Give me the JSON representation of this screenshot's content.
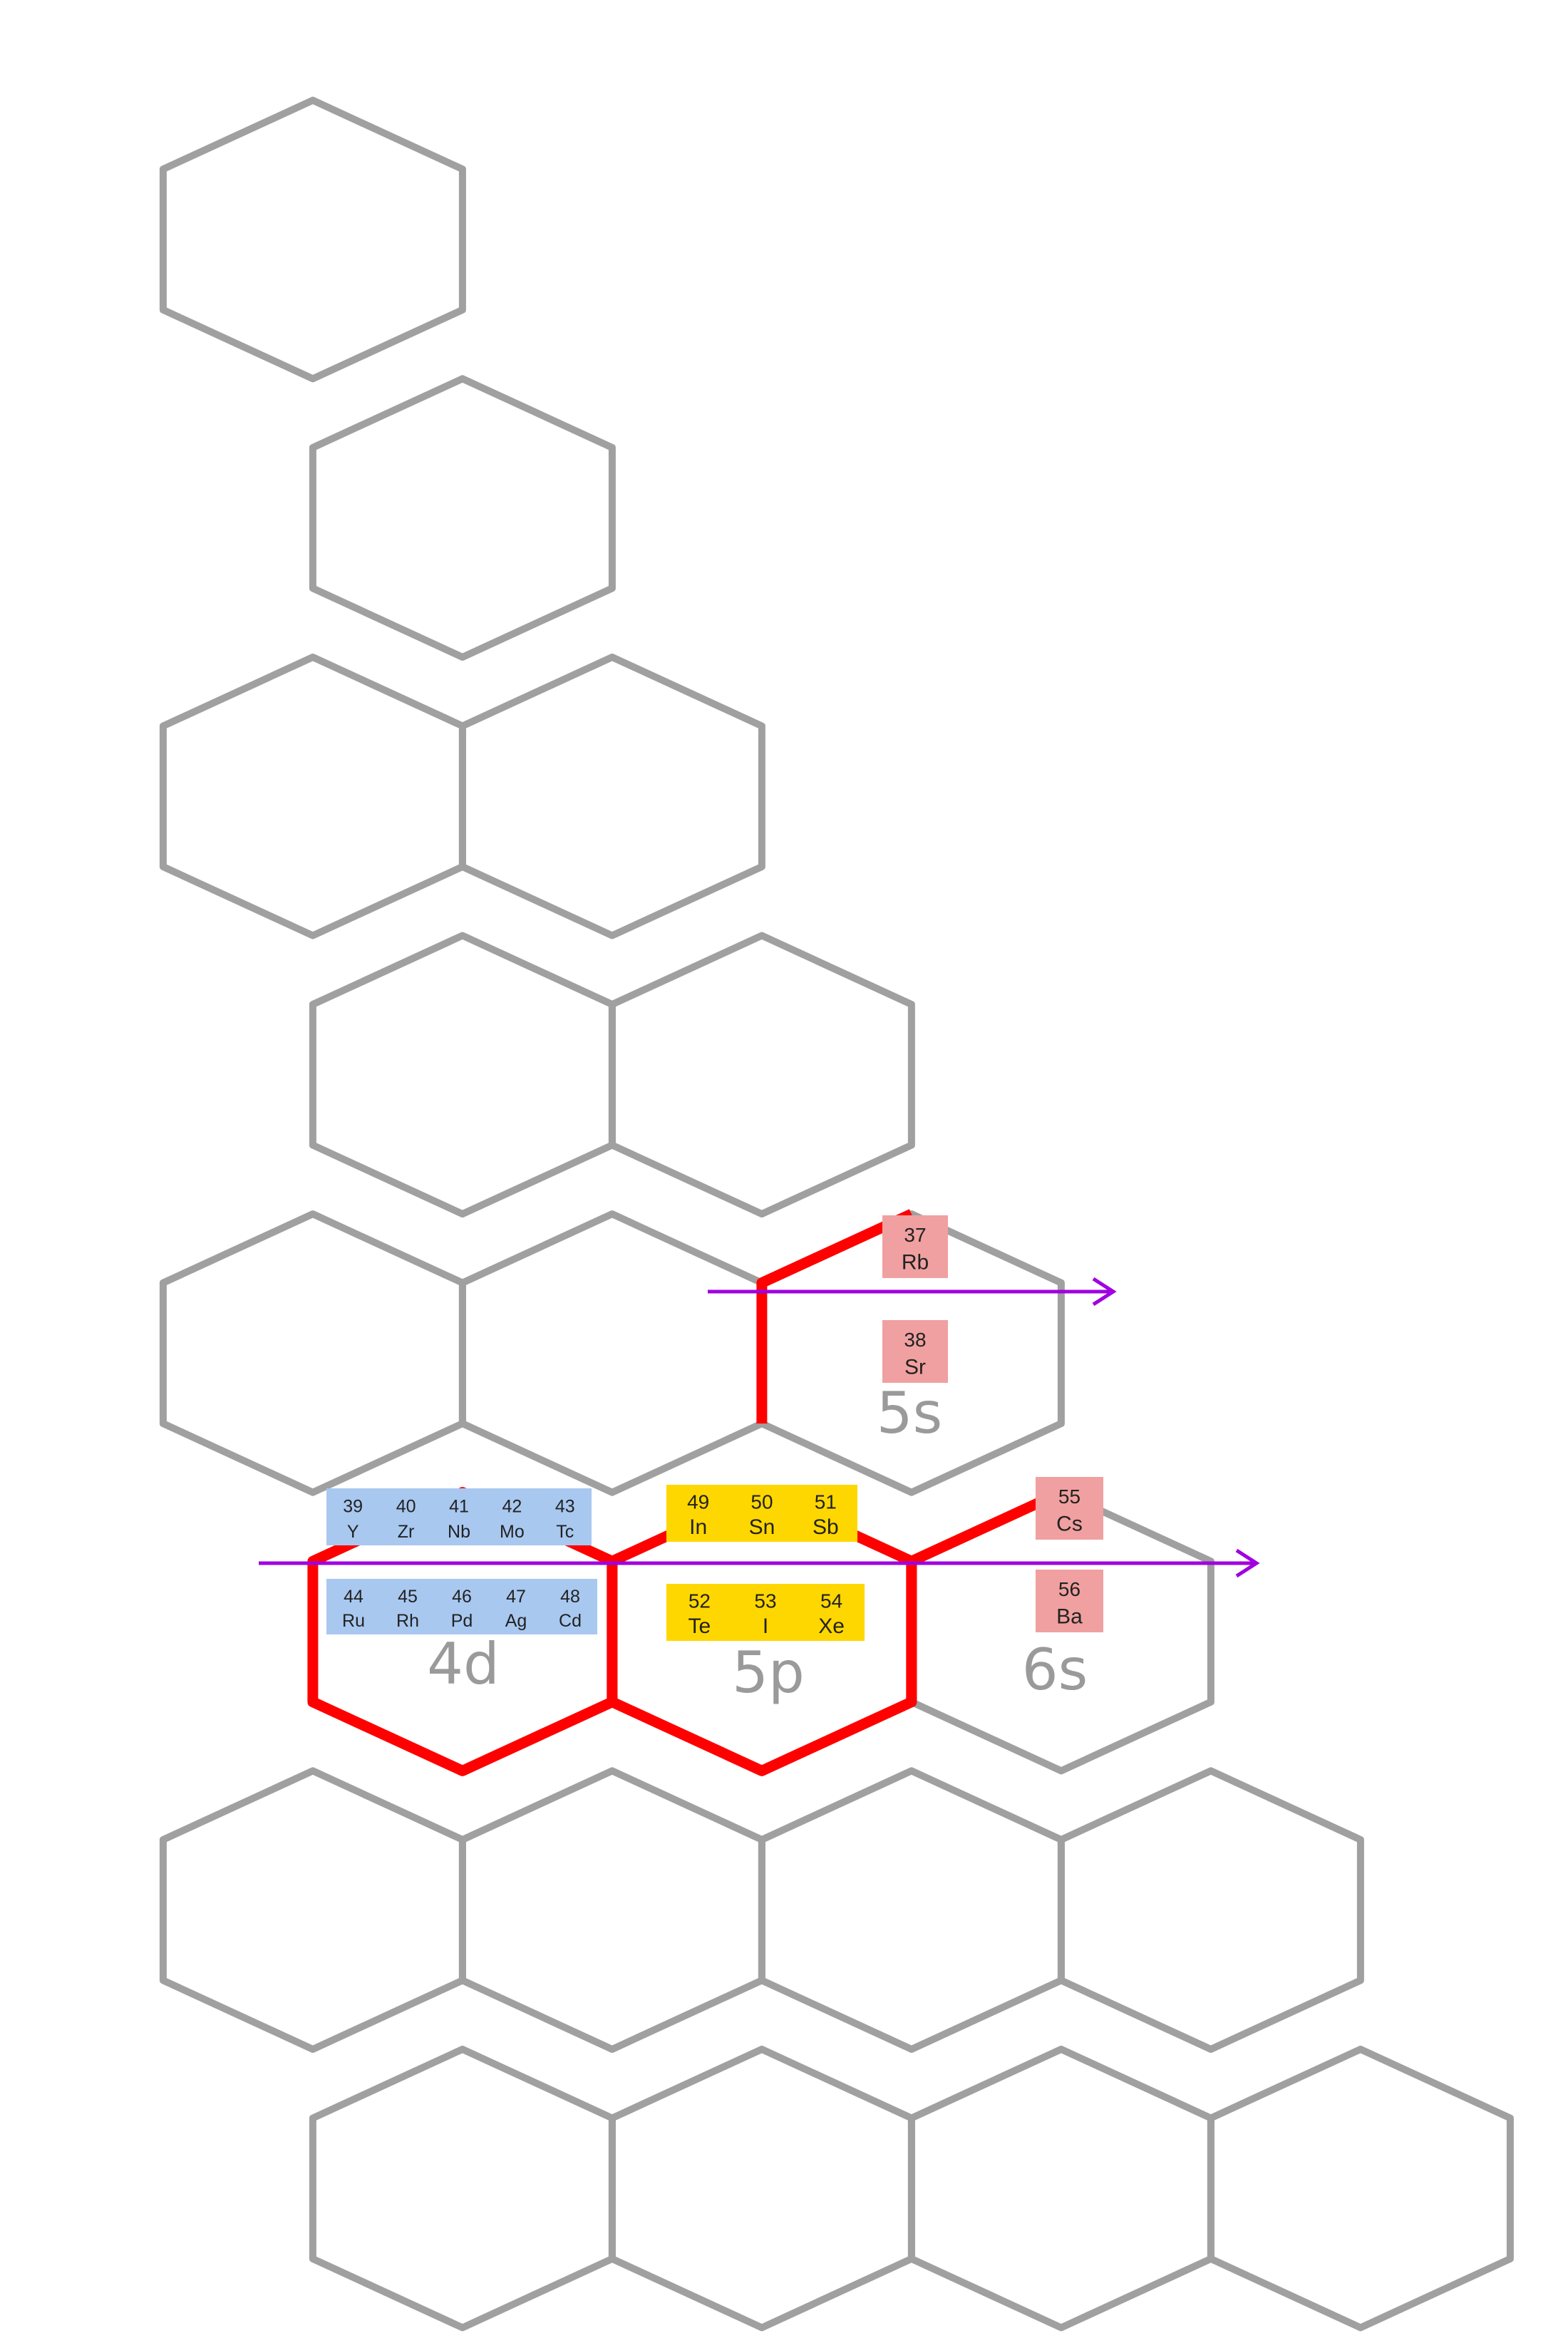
{
  "colors": {
    "grid": "#a0a0a0",
    "highlight": "#ff0000",
    "arrow": "#a000e0",
    "s_block": "#f0a0a0",
    "d_block": "#a8c8f0",
    "p_block": "#ffd700",
    "label": "#9a9a9a"
  },
  "shells": [
    {
      "key": "5s",
      "label": "5s"
    },
    {
      "key": "4d",
      "label": "4d"
    },
    {
      "key": "5p",
      "label": "5p"
    },
    {
      "key": "6s",
      "label": "6s"
    }
  ],
  "element_groups": {
    "rb": [
      {
        "number": "37",
        "symbol": "Rb"
      }
    ],
    "sr": [
      {
        "number": "38",
        "symbol": "Sr"
      }
    ],
    "cs": [
      {
        "number": "55",
        "symbol": "Cs"
      }
    ],
    "ba": [
      {
        "number": "56",
        "symbol": "Ba"
      }
    ],
    "d_row1": [
      {
        "number": "39",
        "symbol": "Y"
      },
      {
        "number": "40",
        "symbol": "Zr"
      },
      {
        "number": "41",
        "symbol": "Nb"
      },
      {
        "number": "42",
        "symbol": "Mo"
      },
      {
        "number": "43",
        "symbol": "Tc"
      }
    ],
    "d_row2": [
      {
        "number": "44",
        "symbol": "Ru"
      },
      {
        "number": "45",
        "symbol": "Rh"
      },
      {
        "number": "46",
        "symbol": "Pd"
      },
      {
        "number": "47",
        "symbol": "Ag"
      },
      {
        "number": "48",
        "symbol": "Cd"
      }
    ],
    "p_row1": [
      {
        "number": "49",
        "symbol": "In"
      },
      {
        "number": "50",
        "symbol": "Sn"
      },
      {
        "number": "51",
        "symbol": "Sb"
      }
    ],
    "p_row2": [
      {
        "number": "52",
        "symbol": "Te"
      },
      {
        "number": "53",
        "symbol": "I"
      },
      {
        "number": "54",
        "symbol": "Xe"
      }
    ]
  }
}
